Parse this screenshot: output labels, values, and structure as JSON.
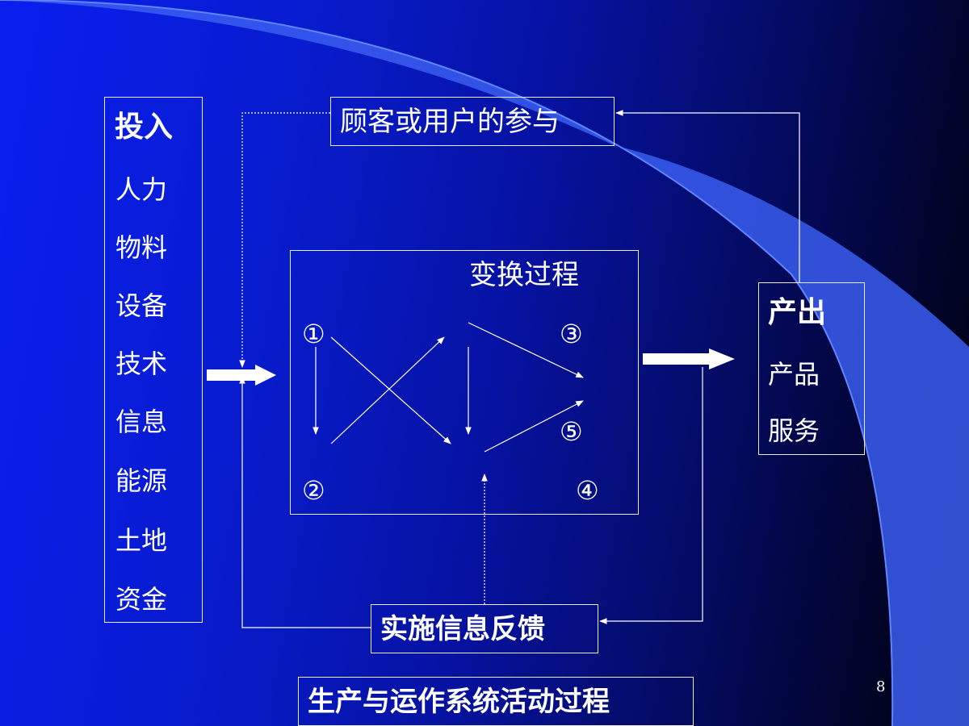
{
  "input": {
    "title": "投入",
    "items": [
      "人力",
      "物料",
      "设备",
      "技术",
      "信息",
      "能源",
      "土地",
      "资金"
    ]
  },
  "output": {
    "title": "产出",
    "items": [
      "产品",
      "服务"
    ]
  },
  "customer_participation": "顾客或用户的参与",
  "transformation": {
    "title": "变换过程",
    "nodes": [
      "①",
      "②",
      "③",
      "④",
      "⑤"
    ]
  },
  "feedback": "实施信息反馈",
  "caption": "生产与运作系统活动过程",
  "page_number": "8",
  "colors": {
    "background_left": "#0a1ef0",
    "background_right": "#000008",
    "accent_curve": "#3a5df0",
    "line": "#ffffff"
  }
}
